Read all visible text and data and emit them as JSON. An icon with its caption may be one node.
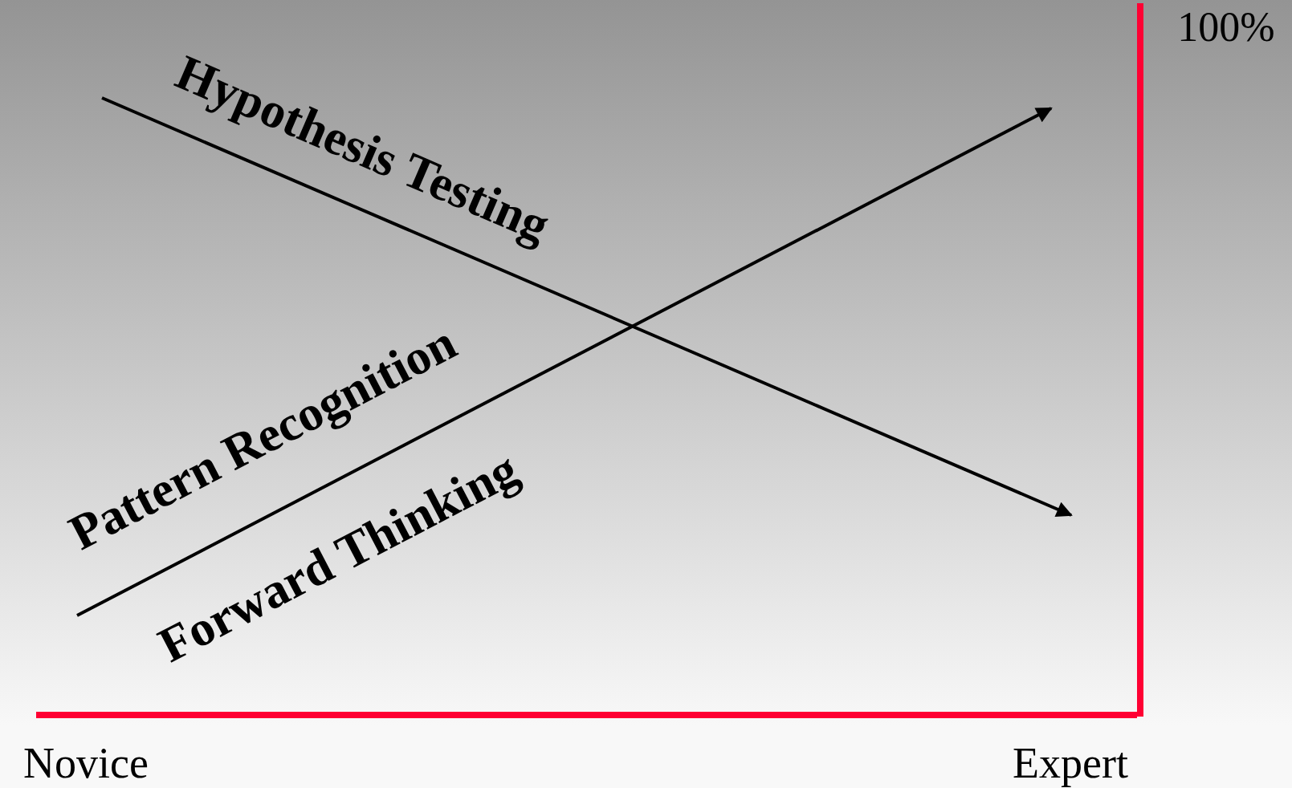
{
  "diagram": {
    "labels": [
      "100%",
      "Hypothesis Testing",
      "Pattern Recognition",
      "Forward Thinking",
      "Novice",
      "Expert"
    ]
  }
}
